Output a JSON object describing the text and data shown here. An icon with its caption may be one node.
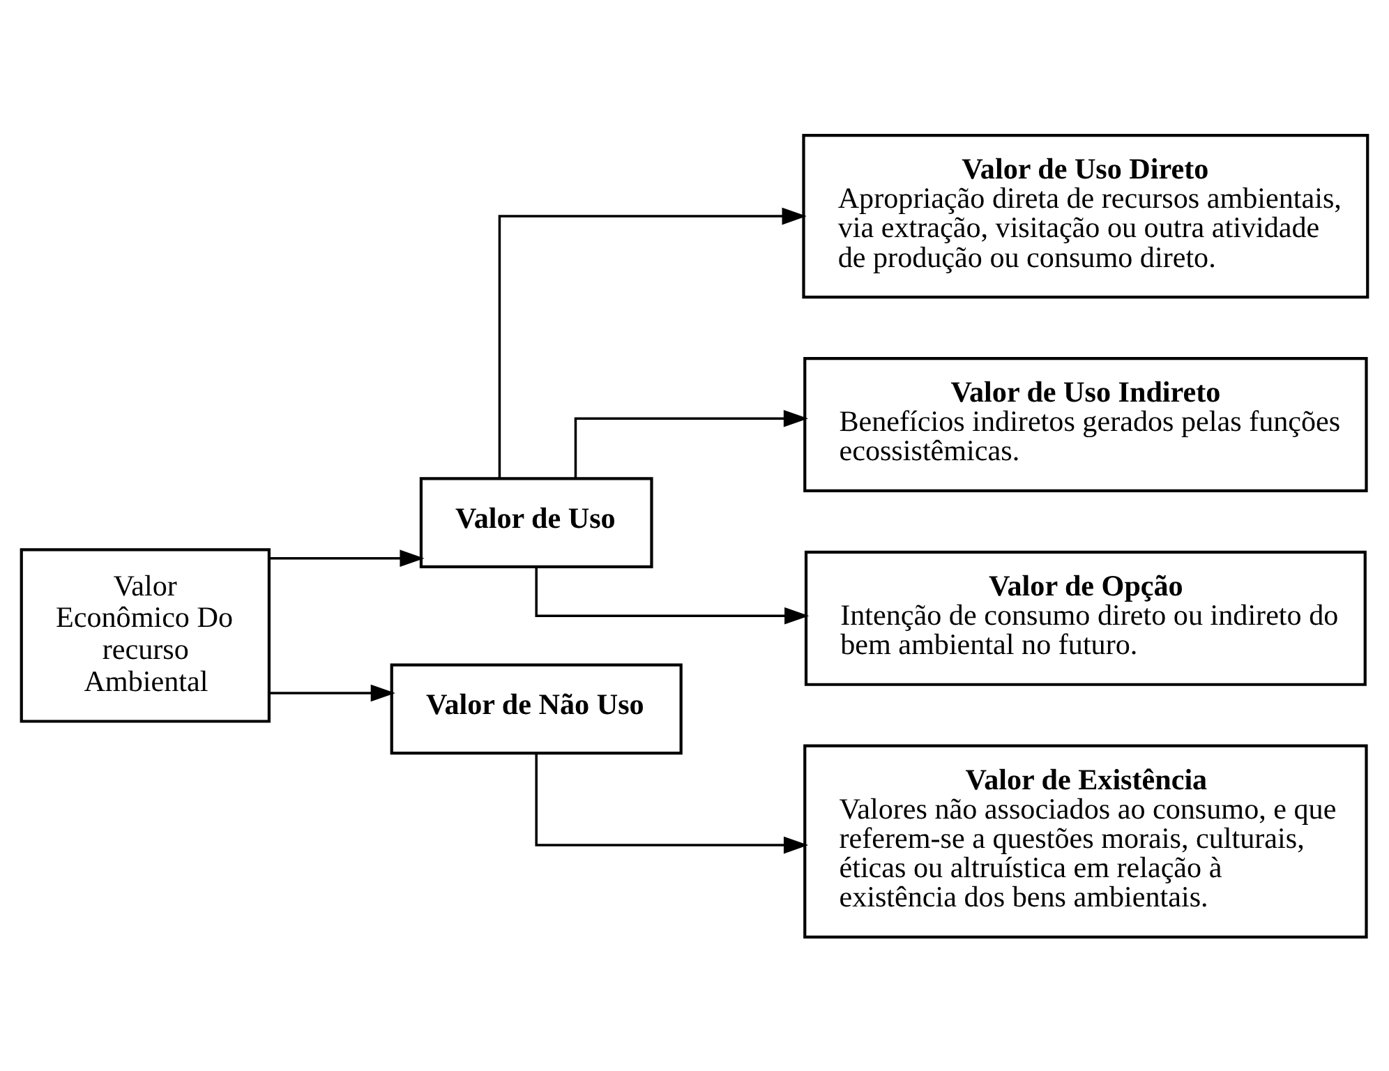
{
  "diagram": {
    "nodes": [
      {
        "text": [
          "Valor Econômico Do recurso Ambiental"
        ]
      },
      {
        "text": [
          "Valor de Uso"
        ]
      },
      {
        "text": [
          "Valor de Não Uso"
        ]
      },
      {
        "text": [
          "Valor de Uso Direto",
          "Apropriação direta de recursos ambientais, via extração, visitação ou outra atividade de produção ou consumo direto."
        ]
      },
      {
        "text": [
          "Valor de Uso Indireto",
          "Benefícios indiretos gerados pelas funções ecossistêmicas."
        ]
      },
      {
        "text": [
          "Valor de Opção",
          "Intenção de consumo direto ou indireto do bem ambiental no futuro."
        ]
      },
      {
        "text": [
          "Valor de Existência",
          "Valores não associados ao consumo, e que referem-se a questões morais, culturais, éticas ou altruística em relação à existência dos bens ambientais."
        ]
      }
    ],
    "edges": [
      {
        "from": 0,
        "to": 1,
        "arrow": "to"
      },
      {
        "from": 0,
        "to": 2,
        "arrow": "to"
      },
      {
        "from": 1,
        "to": 3,
        "arrow": "to"
      },
      {
        "from": 1,
        "to": 4,
        "arrow": "to"
      },
      {
        "from": 1,
        "to": 5,
        "arrow": "to"
      },
      {
        "from": 2,
        "to": 6,
        "arrow": "to"
      }
    ]
  }
}
